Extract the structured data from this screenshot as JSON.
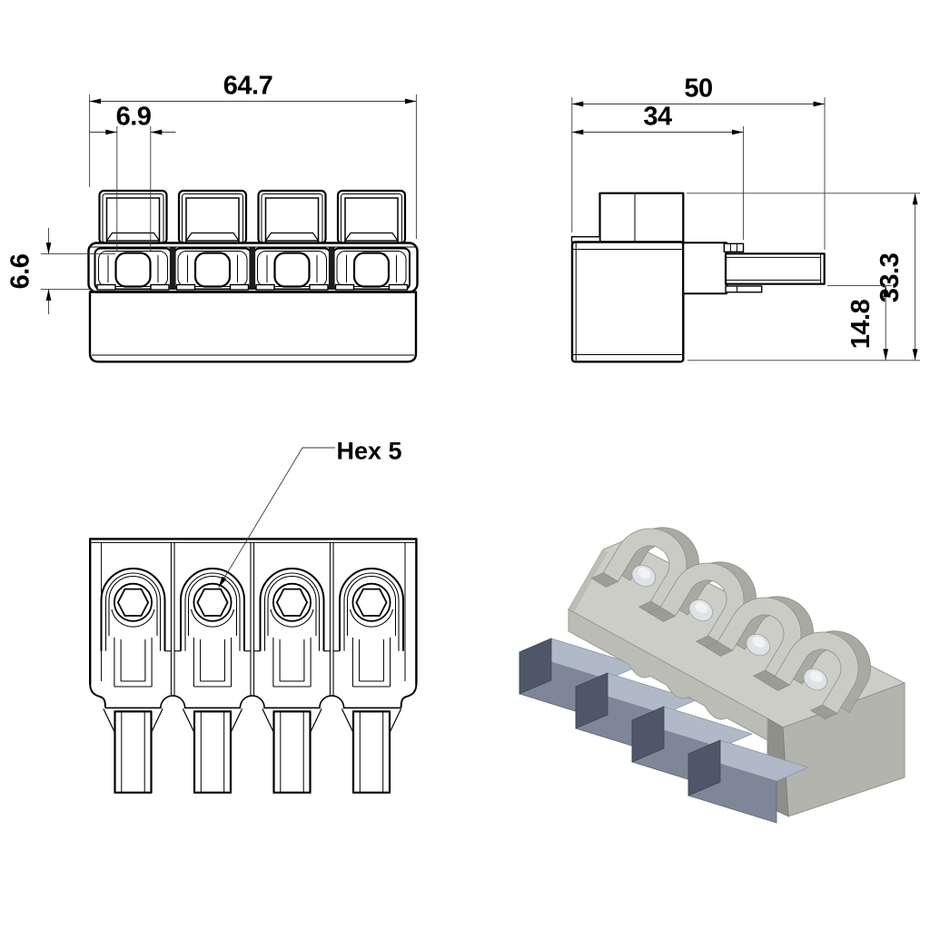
{
  "canvas": {
    "background": "#ffffff",
    "line_color": "#000000"
  },
  "views": {
    "front": {
      "title": "front-view",
      "dims": {
        "overall_width": "64.7",
        "pole_pitch": "6.9",
        "opening_height": "6.6"
      }
    },
    "side": {
      "title": "side-view",
      "dims": {
        "overall_depth": "50",
        "housing_depth": "34",
        "overall_height": "33.3",
        "pin_offset": "14.8"
      }
    },
    "bottom": {
      "title": "top-view",
      "callout": "Hex 5"
    },
    "iso": {
      "title": "isometric-view",
      "colors": {
        "housing": "#cdcdc7",
        "housing_side": "#b4b4ae",
        "housing_shadow": "#8f8f89",
        "pin_top": "#b0b9c8",
        "pin_side": "#7e8798",
        "pin_end": "#4f5668",
        "screw": "#dfe2e6"
      }
    }
  }
}
